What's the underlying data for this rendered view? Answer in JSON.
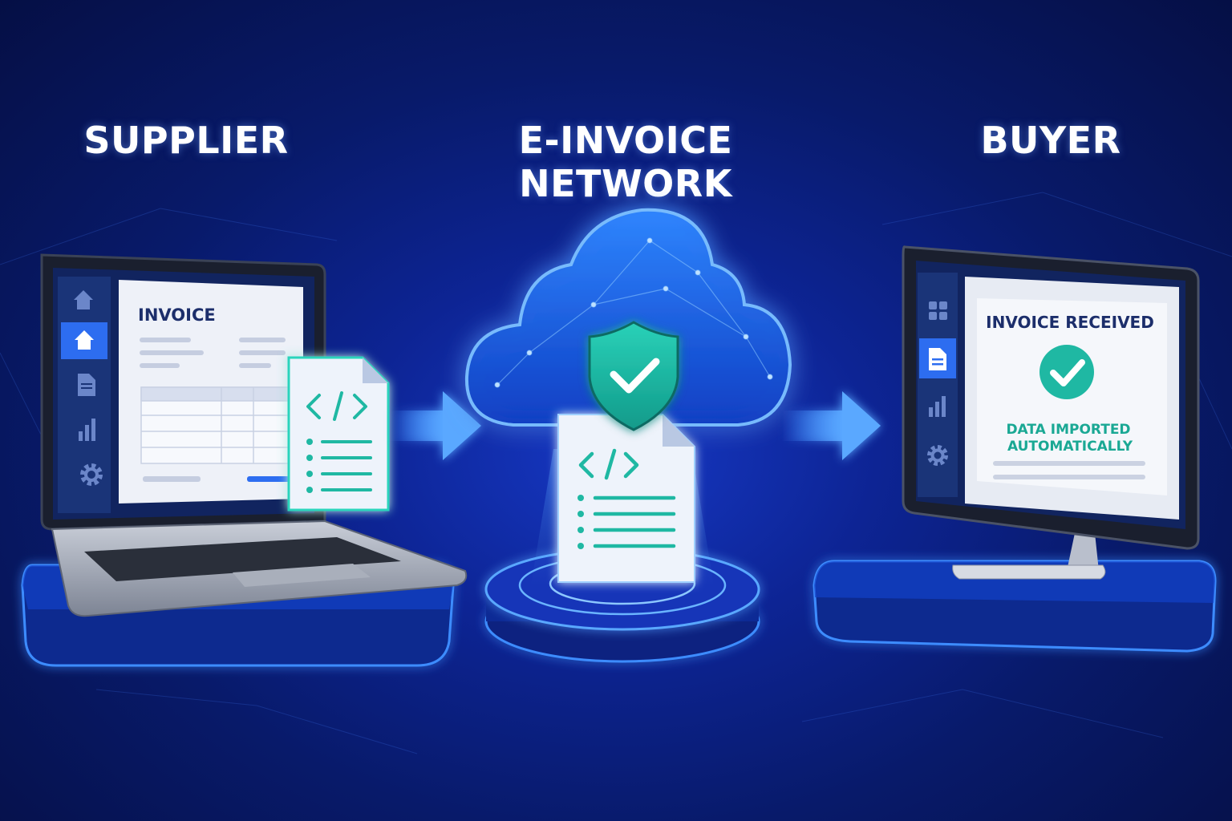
{
  "stages": {
    "supplier": "SUPPLIER",
    "network": "E-INVOICE NETWORK",
    "buyer": "BUYER"
  },
  "supplier_screen": {
    "invoice_heading": "INVOICE",
    "sidebar_icons": [
      "home-icon",
      "home-icon",
      "document-icon",
      "bar-chart-icon",
      "gear-icon"
    ],
    "file_icon": "xml-file-icon"
  },
  "network": {
    "shield_icon": "shield-check-icon",
    "file_icon": "xml-file-icon",
    "cloud_icon": "cloud-network-icon"
  },
  "buyer_screen": {
    "status_heading": "INVOICE RECEIVED",
    "status_line_1": "DATA IMPORTED",
    "status_line_2": "AUTOMATICALLY",
    "sidebar_icons": [
      "grid-icon",
      "document-icon",
      "bar-chart-icon",
      "gear-icon"
    ],
    "check_icon": "check-circle-icon"
  },
  "colors": {
    "background": "#0a1f7a",
    "glow": "#3f8cff",
    "accent_teal": "#1fb8a3",
    "heading_navy": "#1c2e6b"
  }
}
